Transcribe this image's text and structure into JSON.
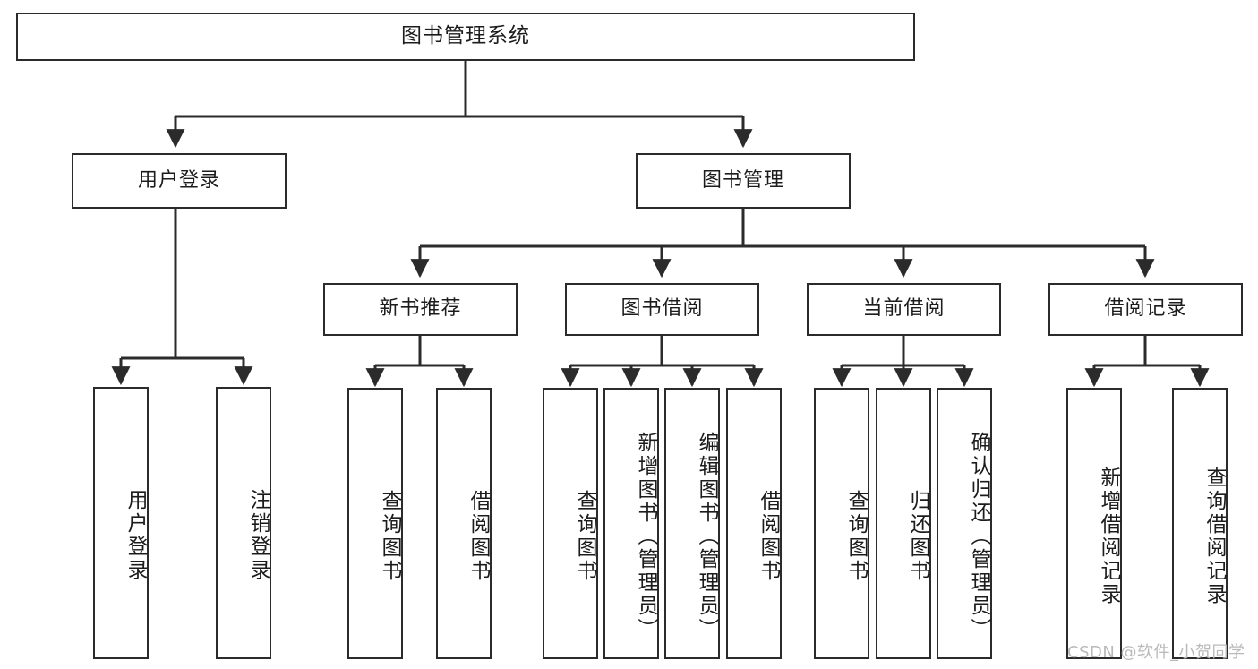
{
  "diagram": {
    "title": "图书管理系统",
    "type": "functional-structure-tree",
    "root": {
      "label": "图书管理系统"
    },
    "level2": [
      {
        "label": "用户登录"
      },
      {
        "label": "图书管理"
      }
    ],
    "level3": [
      {
        "label": "新书推荐"
      },
      {
        "label": "图书借阅"
      },
      {
        "label": "当前借阅"
      },
      {
        "label": "借阅记录"
      }
    ],
    "leaves": [
      {
        "label": "用户登录",
        "parent": "用户登录"
      },
      {
        "label": "注销登录",
        "parent": "用户登录"
      },
      {
        "label": "查询图书",
        "parent": "新书推荐"
      },
      {
        "label": "借阅图书",
        "parent": "新书推荐"
      },
      {
        "label": "查询图书",
        "parent": "图书借阅"
      },
      {
        "label": "新增图书（管理员）",
        "parent": "图书借阅"
      },
      {
        "label": "编辑图书（管理员）",
        "parent": "图书借阅"
      },
      {
        "label": "借阅图书",
        "parent": "图书借阅"
      },
      {
        "label": "查询图书",
        "parent": "当前借阅"
      },
      {
        "label": "归还图书",
        "parent": "当前借阅"
      },
      {
        "label": "确认归还（管理员）",
        "parent": "当前借阅"
      },
      {
        "label": "新增借阅记录",
        "parent": "借阅记录"
      },
      {
        "label": "查询借阅记录",
        "parent": "借阅记录"
      }
    ]
  },
  "watermark": {
    "text": "CSDN @软件_小贺同学"
  },
  "colors": {
    "stroke": "#2b2b2b",
    "background": "#ffffff",
    "text": "#1c1c1c",
    "watermark": "#b9b9b9"
  }
}
